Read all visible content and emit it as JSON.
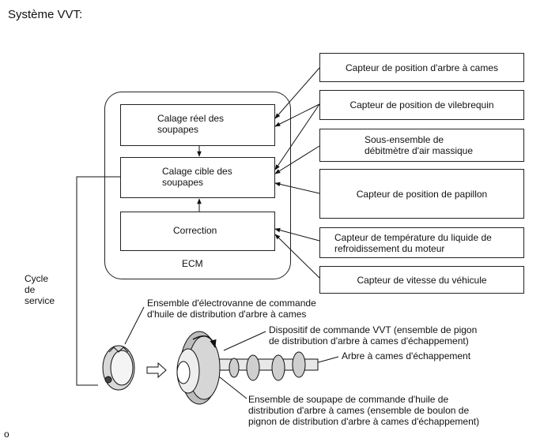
{
  "title": "Système VVT:",
  "ecm": {
    "label": "ECM",
    "blocks": {
      "actual_line1": "Calage réel des",
      "actual_line2": "soupapes",
      "target_line1": "Calage cible des",
      "target_line2": "soupapes",
      "correction": "Correction"
    }
  },
  "sensors": {
    "camshaft": "Capteur de position d'arbre à cames",
    "crankshaft": "Capteur de position de vilebrequin",
    "maf_line1": "Sous-ensemble de",
    "maf_line2": "débitmètre d'air massique",
    "throttle": "Capteur de position de papillon",
    "coolant_line1": "Capteur de température du liquide de",
    "coolant_line2": "refroidissement du moteur",
    "speed": "Capteur de vitesse du véhicule"
  },
  "duty_cycle": {
    "line1": "Cycle",
    "line2": "de",
    "line3": "service"
  },
  "callouts": {
    "solenoid_line1": "Ensemble d'électrovanne de commande",
    "solenoid_line2": "d'huile de distribution d'arbre à cames",
    "controller_line1": "Dispositif de commande VVT (ensemble de pigon",
    "controller_line2": "de distribution d'arbre à cames d'échappement)",
    "camshaft_label": "Arbre à cames d'échappement",
    "valve_line1": "Ensemble de soupape de commande d'huile de",
    "valve_line2": "distribution d'arbre à cames (ensemble de boulon de",
    "valve_line3": "pignon de distribution d'arbre à cames d'échappement)"
  },
  "figure_code": "o"
}
